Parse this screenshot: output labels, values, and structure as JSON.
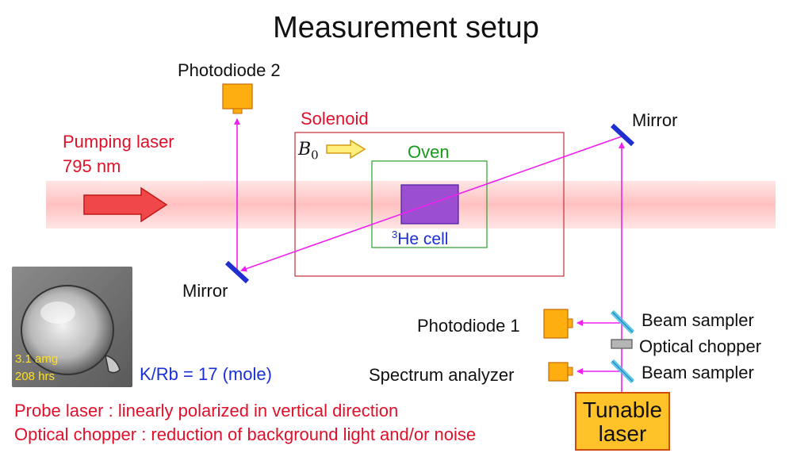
{
  "title": "Measurement setup",
  "labels": {
    "photodiode2": "Photodiode 2",
    "solenoid": "Solenoid",
    "mirror_top": "Mirror",
    "pumping_laser_line1": "Pumping laser",
    "pumping_laser_line2": "795 nm",
    "b0_symbol": "B",
    "b0_subscript": "0",
    "oven": "Oven",
    "he_cell_superscript": "3",
    "he_cell": "He cell",
    "mirror_left": "Mirror",
    "beam_sampler_top": "Beam sampler",
    "photodiode1": "Photodiode 1",
    "optical_chopper": "Optical chopper",
    "beam_sampler_bottom": "Beam sampler",
    "spectrum_analyzer": "Spectrum analyzer",
    "kr_ratio": "K/Rb = 17 (mole)",
    "tunable_laser_line1": "Tunable",
    "tunable_laser_line2": "laser"
  },
  "photo": {
    "line1": "3.1 amg",
    "line2": "208 hrs"
  },
  "notes": [
    "Probe laser : linearly polarized in vertical direction",
    "Optical chopper : reduction of background light and/or noise"
  ],
  "colors": {
    "probe_beam": "#f020f0",
    "pump_beam": "#ffcccc",
    "solenoid": "#c0303a",
    "oven": "#2aa02a",
    "cell": "#9b4fd0",
    "mirror": "#1f2fd0",
    "beam_sampler": "#44c0e8",
    "photodiode": "#ffae10"
  }
}
